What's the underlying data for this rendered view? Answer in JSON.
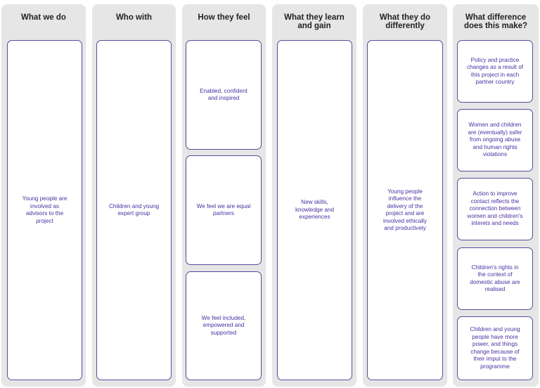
{
  "columns": [
    {
      "header": "What we do",
      "cards": [
        "Young people are involved as advisors to the project"
      ]
    },
    {
      "header": "Who with",
      "cards": [
        "Children and young expert group"
      ]
    },
    {
      "header": "How they feel",
      "cards": [
        "Enabled, confident and inspired",
        "We feel we are equal partners",
        "We feel included, empowered and supported"
      ]
    },
    {
      "header": "What they learn and gain",
      "cards": [
        "New skills, knowledge and experiences"
      ]
    },
    {
      "header": "What they do differently",
      "cards": [
        "Young people influence the delivery of the project and are involved ethically and productively"
      ]
    },
    {
      "header": "What difference does this make?",
      "cards": [
        "Policy and practice changes as a result of this project in each partner country",
        "Women and children are (eventually) safer from ongoing abuse and human rights violations",
        "Action to improve contact reflects the connection between women and children's interets and needs",
        "Children's rights in the context of domestic abuse are realised",
        "Children and young people have more power, and things change because of their imput to the programme"
      ]
    }
  ],
  "colors": {
    "column_bg": "#e6e6e6",
    "card_border": "#5a4a9a",
    "card_text": "#4b2fa0",
    "header_text": "#222222"
  }
}
